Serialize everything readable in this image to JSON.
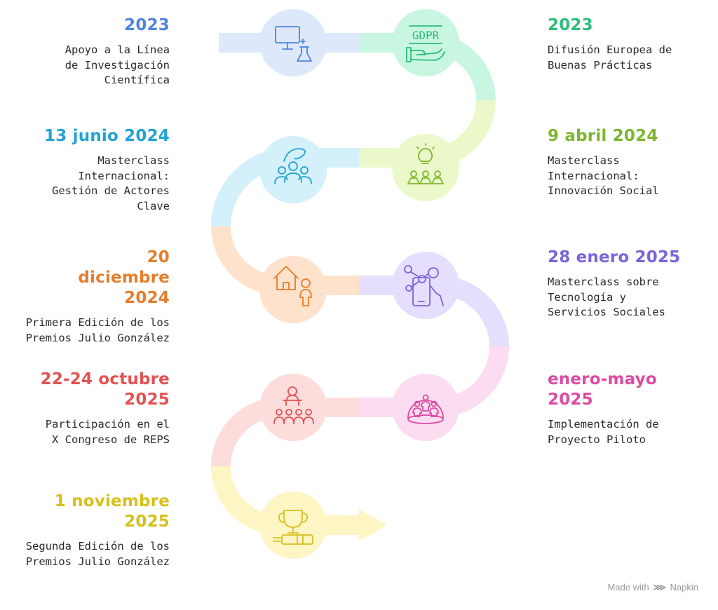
{
  "colors": {
    "blue": "#4f84de",
    "green": "#2fbd7a",
    "cyan": "#21a3d3",
    "lime": "#7db72f",
    "orange": "#e57d2a",
    "purple": "#7a64dd",
    "red": "#e35252",
    "pink": "#dc4aa3",
    "yellow": "#d6c01d",
    "text": "#2b2b2b"
  },
  "events": [
    {
      "date": "2023",
      "description": "Apoyo a la Línea de Investigación Científica",
      "color": "#4f84de",
      "icon": "computer-lab-icon"
    },
    {
      "date": "2023",
      "description": "Difusión Europea de Buenas Prácticas",
      "color": "#2fbd7a",
      "icon": "gdpr-hand-icon"
    },
    {
      "date": "13 junio 2024",
      "description": "Masterclass Internacional: Gestión de Actores Clave",
      "color": "#21a3d3",
      "icon": "people-group-icon"
    },
    {
      "date": "9 abril 2024",
      "description": "Masterclass Internacional: Innovación Social",
      "color": "#7db72f",
      "icon": "lightbulb-group-icon"
    },
    {
      "date": "20 diciembre 2024",
      "description": "Primera Edición de los Premios Julio González",
      "color": "#e57d2a",
      "icon": "house-person-icon"
    },
    {
      "date": "28 enero 2025",
      "description": "Masterclass sobre Tecnología y Servicios Sociales",
      "color": "#7a64dd",
      "icon": "tablet-network-icon"
    },
    {
      "date": "22-24 octubre 2025",
      "description": "Participación en el X Congreso de REPS",
      "color": "#e35252",
      "icon": "conference-icon"
    },
    {
      "date": "enero-mayo 2025",
      "description": "Implementación de Proyecto Piloto",
      "color": "#dc4aa3",
      "icon": "community-dome-icon"
    },
    {
      "date": "1 noviembre 2025",
      "description": "Segunda Edición de los Premios Julio González",
      "color": "#d6c01d",
      "icon": "trophy-icon"
    }
  ],
  "footer": {
    "made_with": "Made with",
    "brand": "Napkin"
  }
}
